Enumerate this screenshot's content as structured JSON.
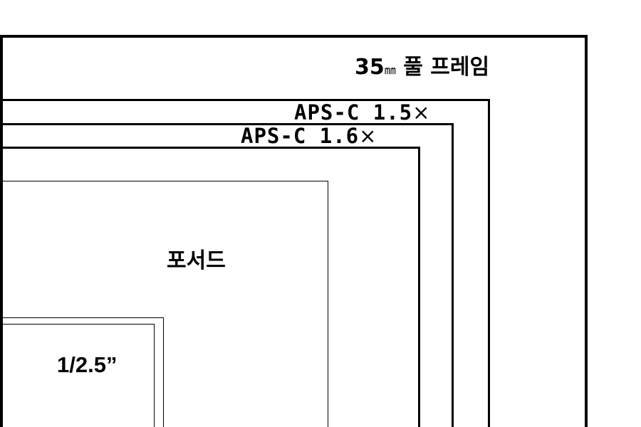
{
  "diagram": {
    "frames": [
      {
        "id": "full-frame",
        "label_main": "35",
        "label_unit": "㎜",
        "label_rest": " 풀 프레임"
      },
      {
        "id": "aps-c-15",
        "label_main": "APS-C 1.5",
        "label_suffix": "×"
      },
      {
        "id": "aps-c-16",
        "label_main": "APS-C 1.6",
        "label_suffix": "×"
      },
      {
        "id": "four-thirds",
        "label_main": "포서드"
      },
      {
        "id": "one-2-5",
        "label_main": "1/2.5”"
      }
    ],
    "colors": {
      "line": "#000000",
      "background": "#ffffff"
    }
  }
}
